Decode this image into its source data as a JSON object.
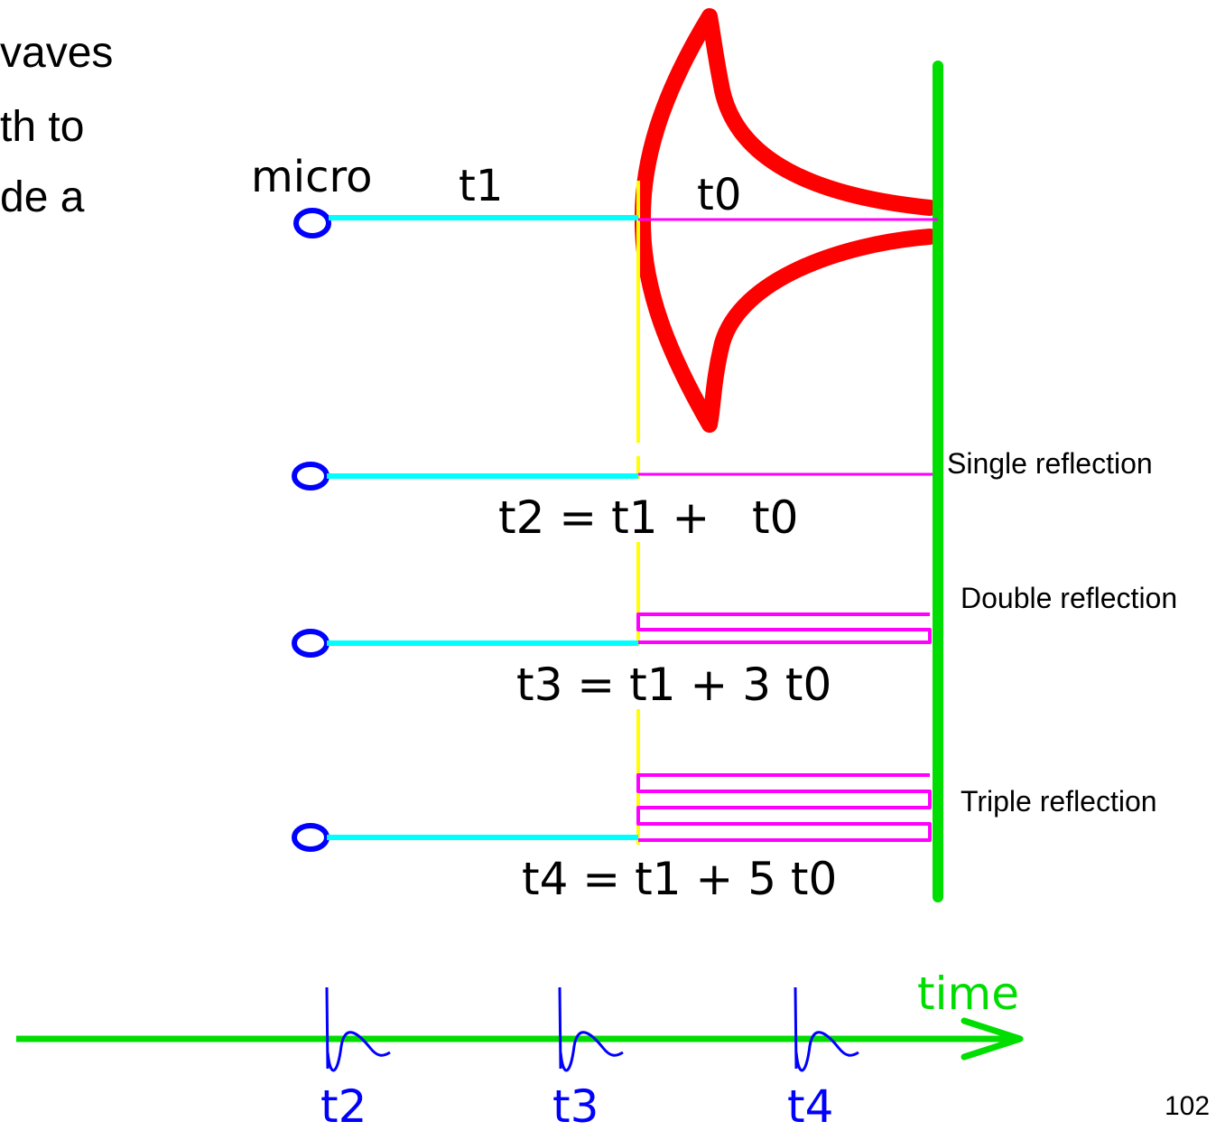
{
  "slide_text": {
    "lines": [
      "vaves",
      "th to",
      "de a"
    ]
  },
  "diagram": {
    "micro_label": "micro",
    "t1_label": "t1",
    "t0_label": "t0",
    "rows": [
      {
        "equation_left": "t2 = t1 +",
        "equation_right": "t0",
        "reflection_label": "Single reflection"
      },
      {
        "equation_left": "t3 = t1 + 3 t0",
        "equation_right": "",
        "reflection_label": "Double reflection"
      },
      {
        "equation_left": "t4 = t1 + 5 t0",
        "equation_right": "",
        "reflection_label": "Triple reflection"
      }
    ],
    "time_axis": {
      "label": "time",
      "ticks": [
        "t2",
        "t3",
        "t4"
      ]
    }
  },
  "page_number": "102",
  "colors": {
    "wall": "#00dd00",
    "horn": "#ff0000",
    "path_to_horn": "#00ffff",
    "reflection": "#ff00ff",
    "horn_mouth": "#ffff00",
    "micro": "#0000ff",
    "pulse": "#0000ff"
  }
}
